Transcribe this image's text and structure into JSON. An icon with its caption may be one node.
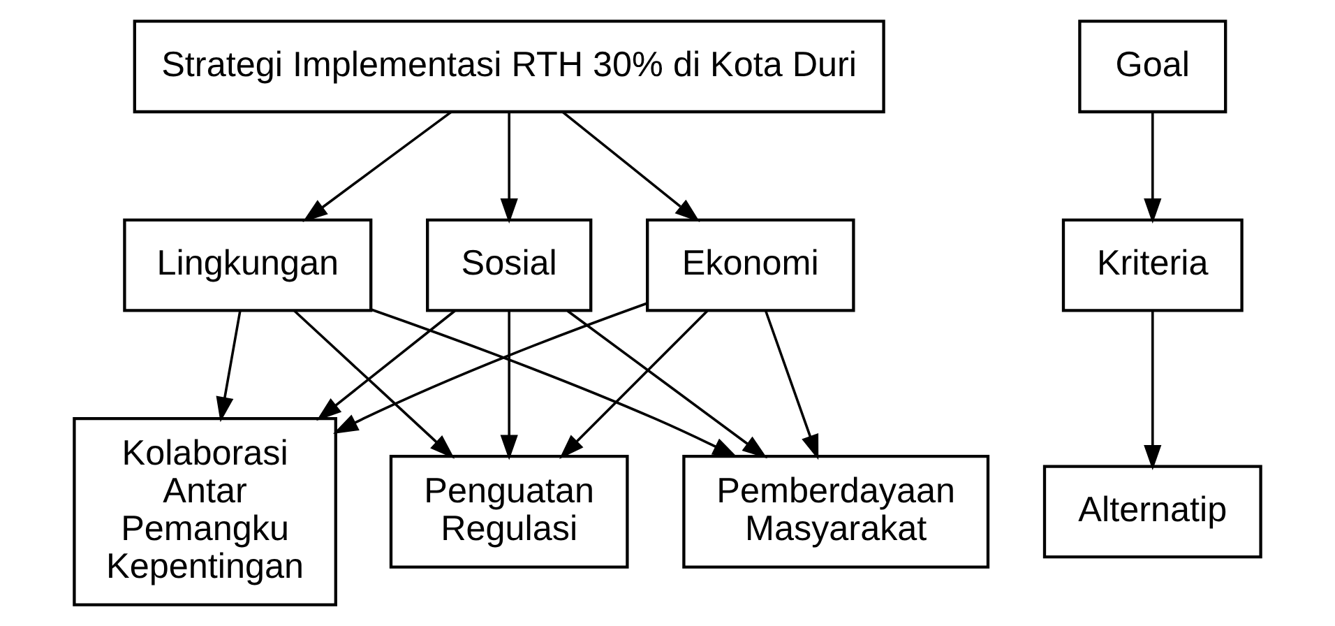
{
  "diagram": {
    "nodes": [
      {
        "text": [
          "Strategi Implementasi RTH 30% di Kota Duri"
        ]
      },
      {
        "text": [
          "Lingkungan"
        ]
      },
      {
        "text": [
          "Sosial"
        ]
      },
      {
        "text": [
          "Ekonomi"
        ]
      },
      {
        "text": [
          "Kolaborasi Antar Pemangku Kepentingan"
        ]
      },
      {
        "text": [
          "Penguatan Regulasi"
        ]
      },
      {
        "text": [
          "Pemberdayaan Masyarakat"
        ]
      },
      {
        "text": [
          "Goal"
        ]
      },
      {
        "text": [
          "Kriteria"
        ]
      },
      {
        "text": [
          "Alternatip"
        ]
      }
    ],
    "edges": [
      {
        "from": 0,
        "to": 1,
        "arrow": "to"
      },
      {
        "from": 0,
        "to": 2,
        "arrow": "to"
      },
      {
        "from": 0,
        "to": 3,
        "arrow": "to"
      },
      {
        "from": 1,
        "to": 4,
        "arrow": "to"
      },
      {
        "from": 1,
        "to": 5,
        "arrow": "to"
      },
      {
        "from": 1,
        "to": 6,
        "arrow": "to"
      },
      {
        "from": 2,
        "to": 4,
        "arrow": "to"
      },
      {
        "from": 2,
        "to": 5,
        "arrow": "to"
      },
      {
        "from": 2,
        "to": 6,
        "arrow": "to"
      },
      {
        "from": 3,
        "to": 4,
        "arrow": "to"
      },
      {
        "from": 3,
        "to": 5,
        "arrow": "to"
      },
      {
        "from": 3,
        "to": 6,
        "arrow": "to"
      },
      {
        "from": 7,
        "to": 8,
        "arrow": "to"
      },
      {
        "from": 8,
        "to": 9,
        "arrow": "to"
      }
    ]
  }
}
